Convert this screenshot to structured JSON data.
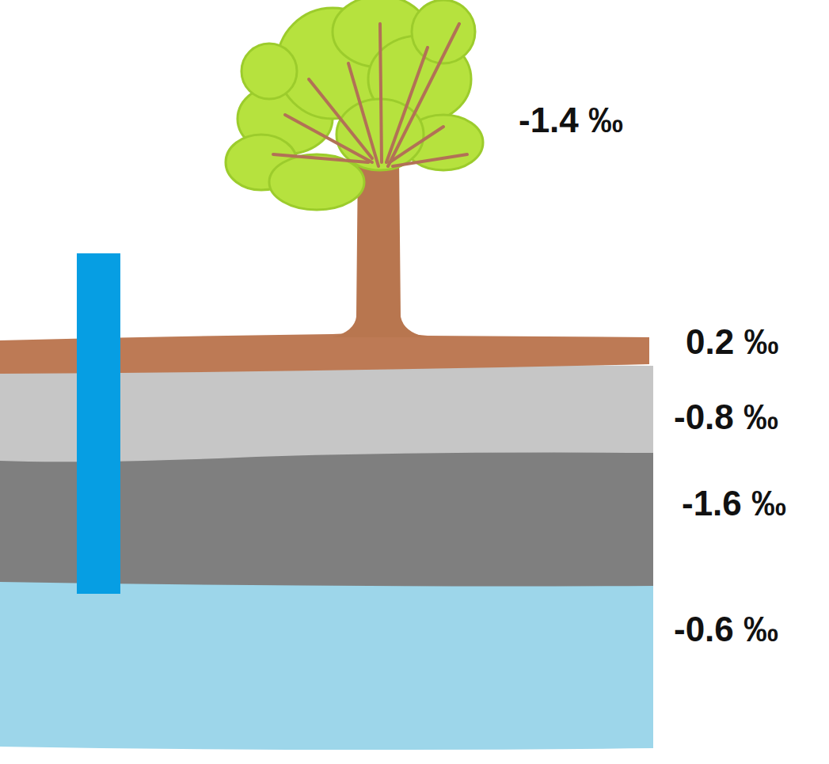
{
  "diagram": {
    "labels": [
      "-1.4 ‰",
      "0.2 ‰",
      "-0.8 ‰",
      "-1.6 ‰",
      "-0.6 ‰"
    ]
  }
}
